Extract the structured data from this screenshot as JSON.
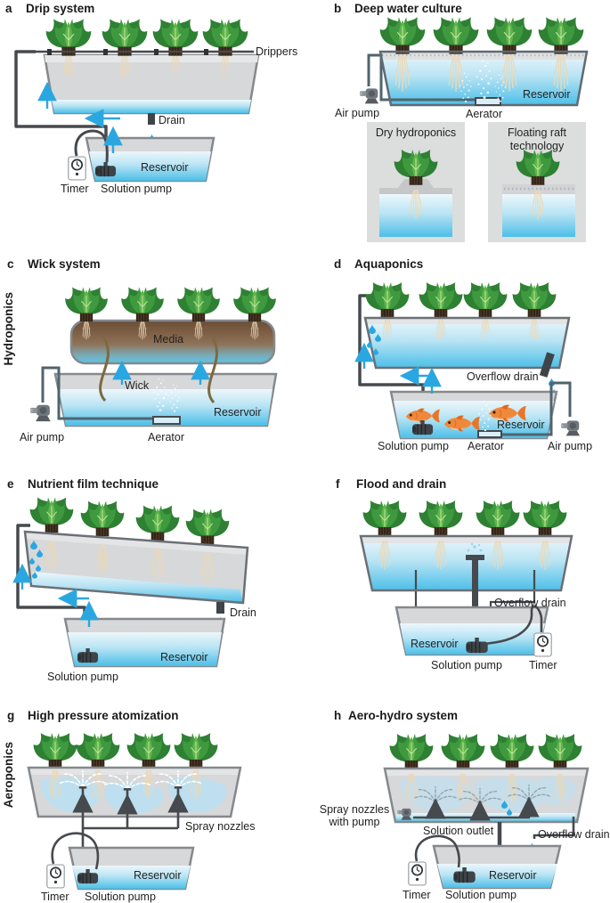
{
  "figure": {
    "section_labels": {
      "hydroponics": "Hydroponics",
      "aeroponics": "Aeroponics"
    },
    "panels": {
      "a": {
        "letter": "a",
        "title": "Drip system",
        "labels": {
          "drippers": "Drippers",
          "drain": "Drain",
          "reservoir": "Reservoir",
          "timer": "Timer",
          "solution_pump": "Solution pump"
        }
      },
      "b": {
        "letter": "b",
        "title": "Deep water culture",
        "labels": {
          "air_pump": "Air pump",
          "aerator": "Aerator",
          "reservoir": "Reservoir",
          "inset_dry": "Dry hydroponics",
          "inset_raft": "Floating raft technology"
        }
      },
      "c": {
        "letter": "c",
        "title": "Wick system",
        "labels": {
          "media": "Media",
          "wick": "Wick",
          "air_pump": "Air pump",
          "aerator": "Aerator",
          "reservoir": "Reservoir"
        }
      },
      "d": {
        "letter": "d",
        "title": "Aquaponics",
        "labels": {
          "overflow_drain": "Overflow drain",
          "solution_pump": "Solution pump",
          "aerator": "Aerator",
          "reservoir": "Reservoir",
          "air_pump": "Air pump"
        }
      },
      "e": {
        "letter": "e",
        "title": "Nutrient film technique",
        "labels": {
          "drain": "Drain",
          "reservoir": "Reservoir",
          "solution_pump": "Solution pump"
        }
      },
      "f": {
        "letter": "f",
        "title": "Flood and drain",
        "labels": {
          "overflow_drain": "Overflow drain",
          "reservoir": "Reservoir",
          "solution_pump": "Solution pump",
          "timer": "Timer"
        }
      },
      "g": {
        "letter": "g",
        "title": "High pressure atomization",
        "labels": {
          "spray_nozzles": "Spray nozzles",
          "reservoir": "Reservoir",
          "timer": "Timer",
          "solution_pump": "Solution pump"
        }
      },
      "h": {
        "letter": "h",
        "title": "Aero-hydro system",
        "labels": {
          "spray_nozzles_with_pump": "Spray nozzles with pump",
          "solution_outlet": "Solution outlet",
          "overflow_drain": "Overflow drain",
          "reservoir": "Reservoir",
          "timer": "Timer",
          "solution_pump": "Solution pump"
        }
      }
    },
    "colors": {
      "water_top": "#edf7fb",
      "water_bottom": "#4cbfe8",
      "tray_gray": "#d7d8da",
      "tray_border": "#85898d",
      "pipe_dark": "#46494d",
      "arrow_blue": "#2aa7e0",
      "leaf_green": "#3f9a3f",
      "media_brown": "#6b4c34",
      "fish_orange": "#f0883c",
      "root_beige": "#ead9b8",
      "mist_blue": "#b9e1f3"
    }
  }
}
